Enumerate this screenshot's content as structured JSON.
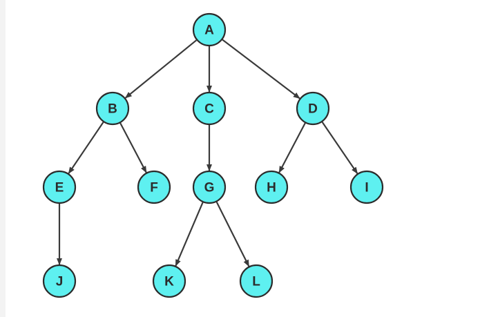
{
  "diagram": {
    "type": "tree",
    "colors": {
      "node_fill": "#5ef0f0",
      "node_stroke": "#2b2b2b",
      "edge": "#3a3a3a",
      "text": "#2b2b2b"
    },
    "nodes": [
      {
        "id": "A",
        "label": "A"
      },
      {
        "id": "B",
        "label": "B"
      },
      {
        "id": "C",
        "label": "C"
      },
      {
        "id": "D",
        "label": "D"
      },
      {
        "id": "E",
        "label": "E"
      },
      {
        "id": "F",
        "label": "F"
      },
      {
        "id": "G",
        "label": "G"
      },
      {
        "id": "H",
        "label": "H"
      },
      {
        "id": "I",
        "label": "I"
      },
      {
        "id": "J",
        "label": "J"
      },
      {
        "id": "K",
        "label": "K"
      },
      {
        "id": "L",
        "label": "L"
      }
    ],
    "edges": [
      {
        "from": "A",
        "to": "B"
      },
      {
        "from": "A",
        "to": "C"
      },
      {
        "from": "A",
        "to": "D"
      },
      {
        "from": "B",
        "to": "E"
      },
      {
        "from": "B",
        "to": "F"
      },
      {
        "from": "C",
        "to": "G"
      },
      {
        "from": "D",
        "to": "H"
      },
      {
        "from": "D",
        "to": "I"
      },
      {
        "from": "E",
        "to": "J"
      },
      {
        "from": "G",
        "to": "K"
      },
      {
        "from": "G",
        "to": "L"
      }
    ]
  }
}
